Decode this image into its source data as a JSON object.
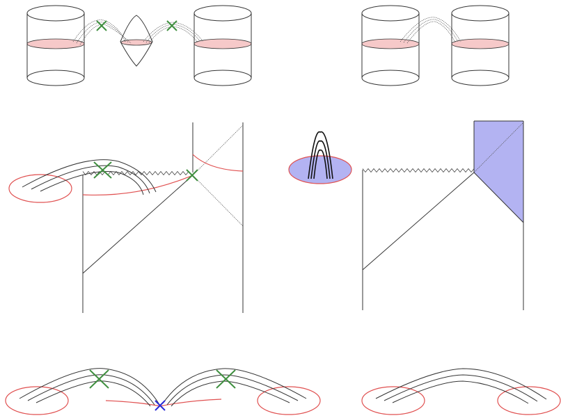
{
  "colors": {
    "line": "#333333",
    "boundary": "#e05050",
    "slice_fill": "#f6c9c9",
    "region_fill": "#b3b3f2",
    "cut_marker": "#3f8f3f",
    "junction_marker": "#2a2ad6"
  },
  "panels": [
    {
      "id": "cylinders-with-bridge",
      "description_words": ""
    },
    {
      "id": "cylinders-direct"
    },
    {
      "id": "penrose-with-wormhole"
    },
    {
      "id": "penrose-shaded"
    },
    {
      "id": "two-disks-joined"
    },
    {
      "id": "two-disks-arc"
    }
  ]
}
